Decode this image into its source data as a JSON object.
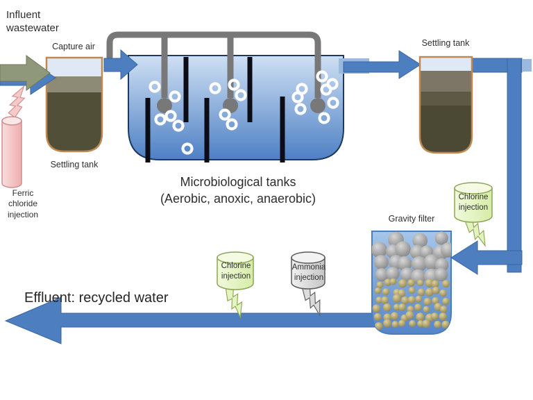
{
  "page": {
    "title": "Wastewater treatment process diagram",
    "background": "#ffffff"
  },
  "labels": {
    "influent": "Influent wastewater",
    "capture_air": "Capture air",
    "settling_tank_1": "Settling tank",
    "ferric": "Ferric chloride injection",
    "microbio_line1": "Microbiological tanks",
    "microbio_line2": "(Aerobic, anoxic, anaerobic)",
    "settling_tank_2": "Settling tank",
    "chlorine_right": "Chlorine injection",
    "gravity_filter": "Gravity filter",
    "chlorine_bottom": "Chlorine injection",
    "ammonia": "Ammonia injection",
    "effluent": "Effluent: recycled water"
  },
  "colors": {
    "flow_arrow_blue": "#4d7ec0",
    "flow_arrow_border": "#3a67a2",
    "pipe_stub_light": "#9bb9dd",
    "influent_arrow_olive": "#8f987a",
    "pipe_gray": "#787878",
    "baffle_black": "#0c0c16",
    "water_top": "#cfe0f4",
    "water_bottom": "#4e80c4",
    "tank_border_navy": "#1b3a63",
    "settling_border_tan": "#bf8a52",
    "sludge_dark": "#524f39",
    "chlorine_green_fill": "#e4f4bf",
    "chlorine_green_border": "#8ba557",
    "ammonia_gray_fill": "#dcdcdc",
    "ferric_pink_fill": "#f6caca",
    "filter_media_gray": "#9a9a9a",
    "filter_media_sand": "#b1a25e",
    "text": "#2e2e2e"
  }
}
